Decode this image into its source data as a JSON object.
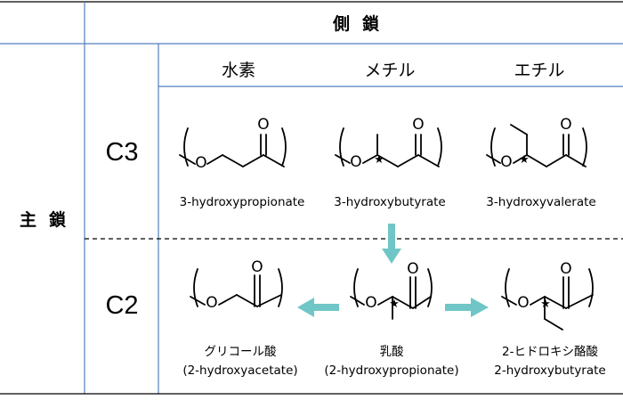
{
  "table": {
    "header": "側鎖",
    "row_header": "主鎖",
    "columns": [
      "水素",
      "メチル",
      "エチル"
    ],
    "rows": [
      "C3",
      "C2"
    ]
  },
  "compounds": {
    "c3_hydrogen": {
      "label": "3-hydroxypropionate"
    },
    "c3_methyl": {
      "label": "3-hydroxybutyrate"
    },
    "c3_ethyl": {
      "label": "3-hydroxyvalerate"
    },
    "c2_hydrogen": {
      "label": "グリコール酸",
      "sublabel": "(2-hydroxyacetate)"
    },
    "c2_methyl": {
      "label": "乳酸",
      "sublabel": "(2-hydroxypropionate)"
    },
    "c2_ethyl": {
      "label": "2-ヒドロキシ酪酸",
      "sublabel": "2-hydroxybutyrate"
    }
  },
  "atoms": {
    "oxygen": "O",
    "chiral_mark": "★"
  },
  "colors": {
    "grid_line": "#4f81bd",
    "arrow": "#70c6c6",
    "bond": "#000000"
  }
}
